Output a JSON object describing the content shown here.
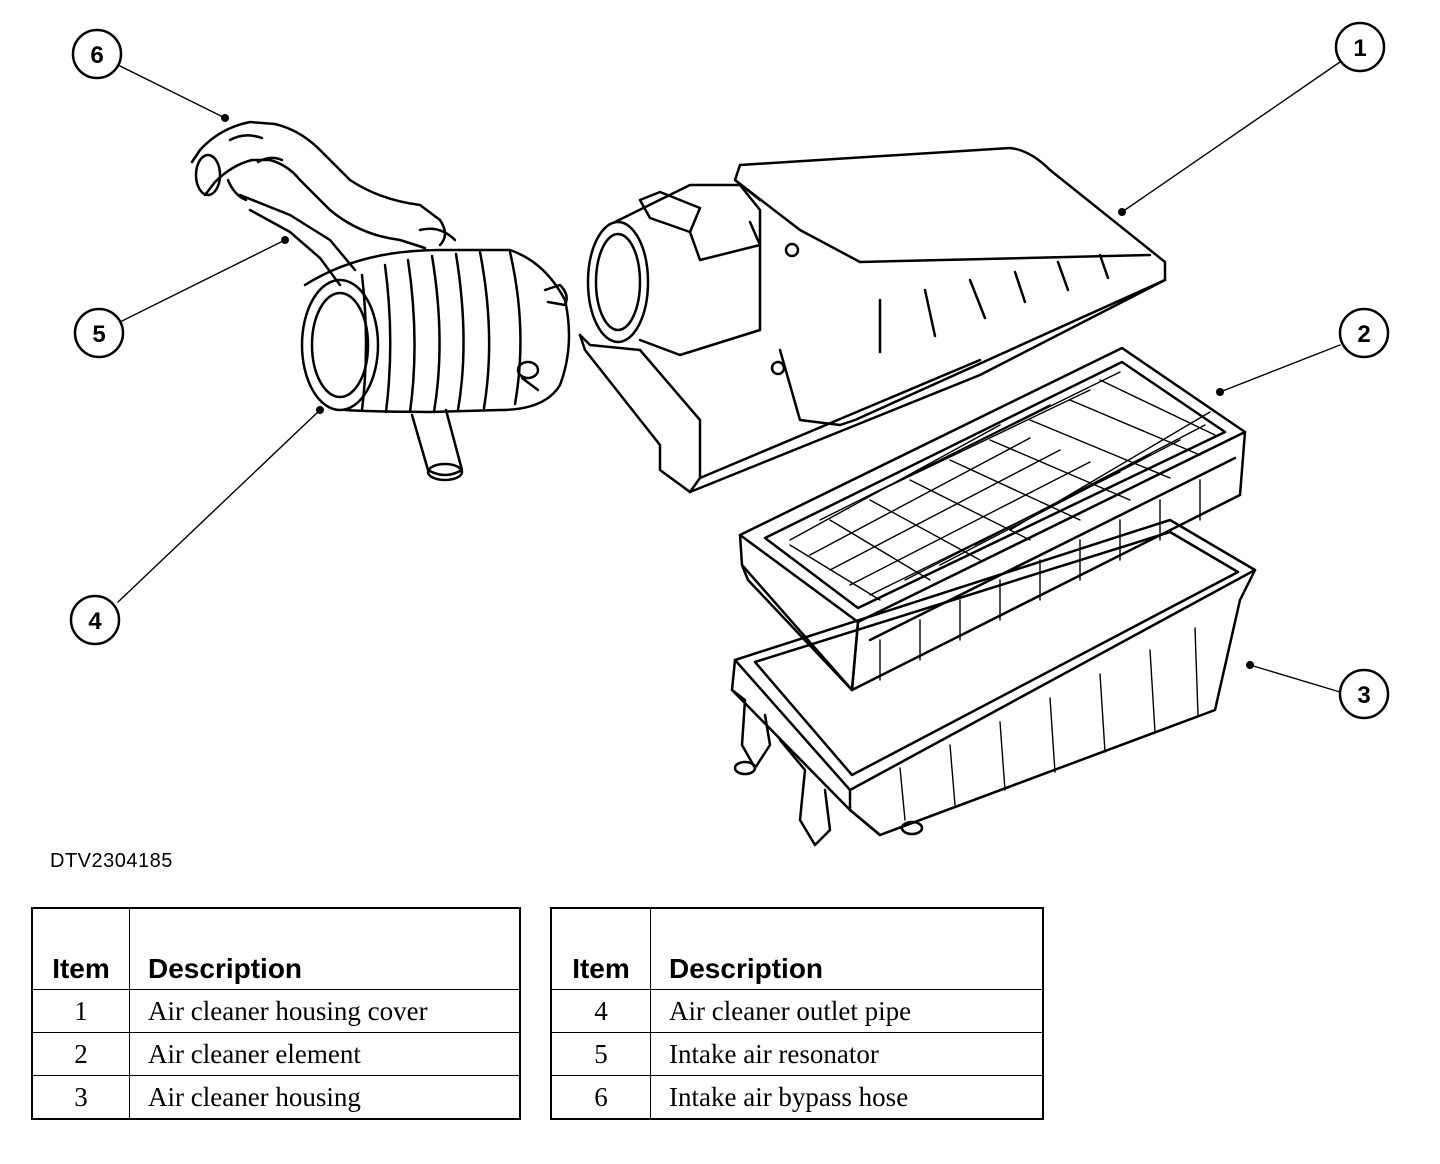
{
  "figure_id": "DTV2304185",
  "callouts": [
    "1",
    "2",
    "3",
    "4",
    "5",
    "6"
  ],
  "legend_tables": [
    {
      "header": {
        "item": "Item",
        "description": "Description"
      },
      "rows": [
        {
          "item": "1",
          "description": "Air cleaner housing cover"
        },
        {
          "item": "2",
          "description": "Air cleaner element"
        },
        {
          "item": "3",
          "description": "Air cleaner housing"
        }
      ]
    },
    {
      "header": {
        "item": "Item",
        "description": "Description"
      },
      "rows": [
        {
          "item": "4",
          "description": "Air cleaner outlet pipe"
        },
        {
          "item": "5",
          "description": "Intake air resonator"
        },
        {
          "item": "6",
          "description": "Intake air bypass hose"
        }
      ]
    }
  ]
}
